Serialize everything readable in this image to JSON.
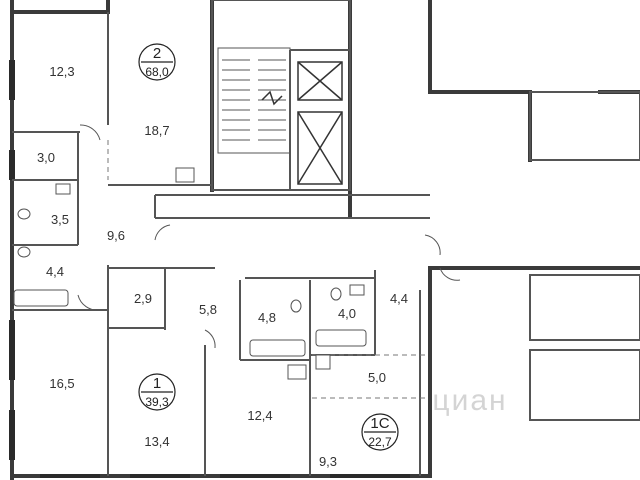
{
  "plan": {
    "apartments": [
      {
        "number": "2",
        "area": "68,0"
      },
      {
        "number": "1",
        "area": "39,3"
      },
      {
        "number": "1С",
        "area": "22,7"
      }
    ],
    "rooms": [
      {
        "id": "r1",
        "area": "12,3"
      },
      {
        "id": "r2",
        "area": "18,7"
      },
      {
        "id": "r3",
        "area": "3,0"
      },
      {
        "id": "r4",
        "area": "3,5"
      },
      {
        "id": "r5",
        "area": "9,6"
      },
      {
        "id": "r6",
        "area": "4,4"
      },
      {
        "id": "r7",
        "area": "2,9"
      },
      {
        "id": "r8",
        "area": "5,8"
      },
      {
        "id": "r9",
        "area": "4,8"
      },
      {
        "id": "r10",
        "area": "4,0"
      },
      {
        "id": "r11",
        "area": "4,4"
      },
      {
        "id": "r12",
        "area": "16,5"
      },
      {
        "id": "r13",
        "area": "13,4"
      },
      {
        "id": "r14",
        "area": "12,4"
      },
      {
        "id": "r15",
        "area": "5,0"
      },
      {
        "id": "r16",
        "area": "9,3"
      }
    ],
    "watermark": "циан"
  },
  "colors": {
    "wall": "#3a3a3a",
    "thin": "#555555",
    "dash": "#777777",
    "circle": "#222222"
  }
}
